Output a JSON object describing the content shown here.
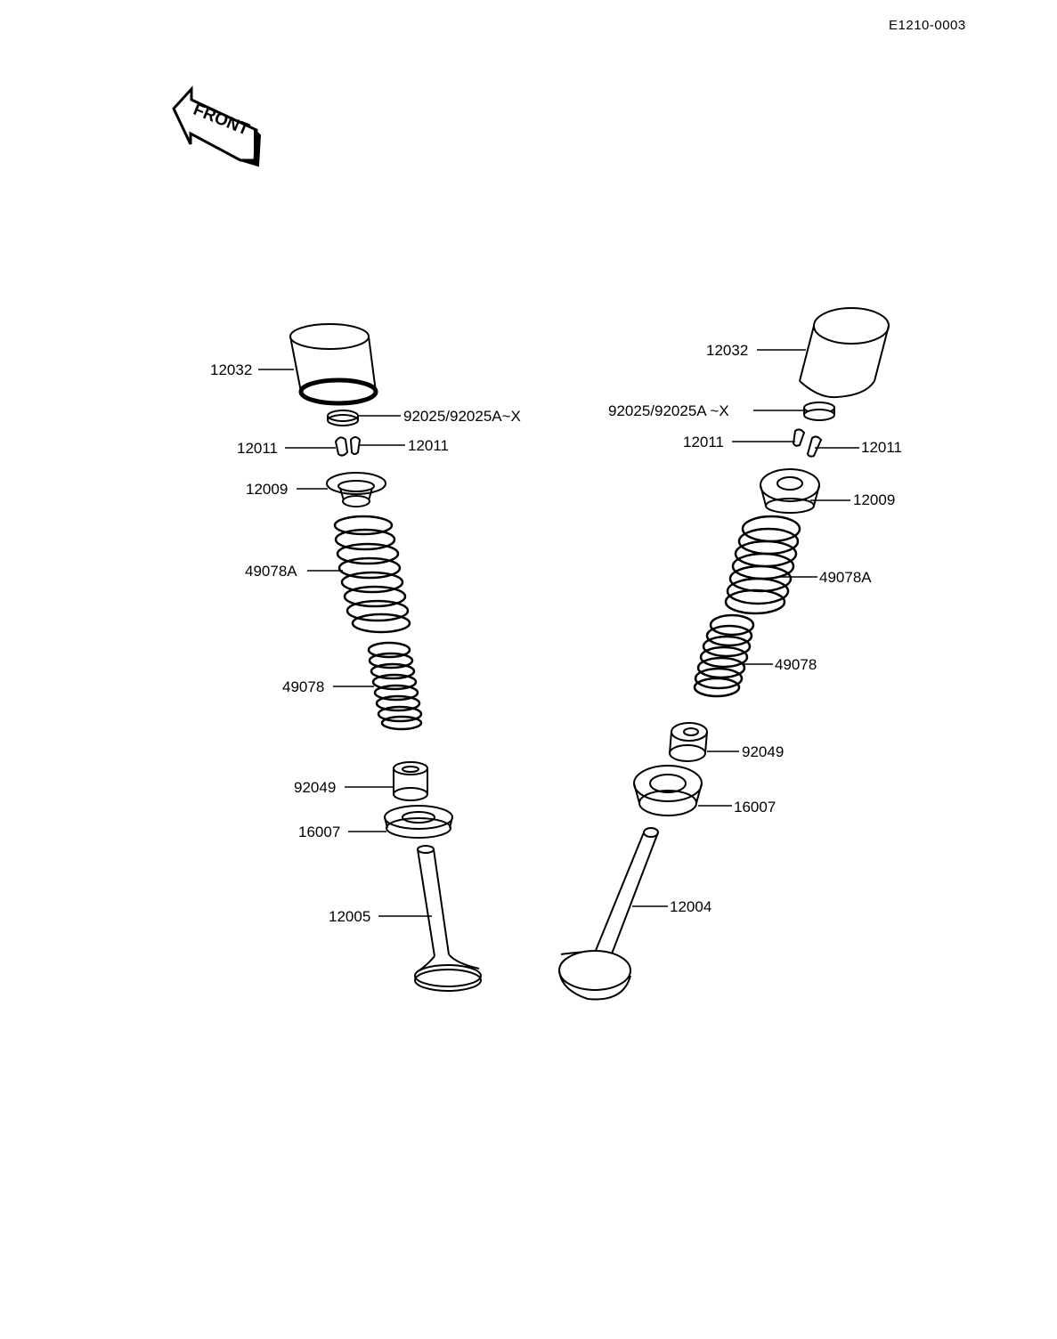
{
  "diagram_code": "E1210-0003",
  "front_arrow": {
    "text": "FRONT",
    "icon": "front-arrow-icon"
  },
  "left_assembly": {
    "tappet": "12032",
    "shim": "92025/92025A~X",
    "keeper_left": "12011",
    "keeper_right": "12011",
    "retainer": "12009",
    "outer_spring": "49078A",
    "inner_spring": "49078",
    "seal": "92049",
    "spring_seat": "16007",
    "valve": "12005"
  },
  "right_assembly": {
    "tappet": "12032",
    "shim": "92025/92025A ~X",
    "keeper_left": "12011",
    "keeper_right": "12011",
    "retainer": "12009",
    "outer_spring": "49078A",
    "inner_spring": "49078",
    "seal": "92049",
    "spring_seat": "16007",
    "valve": "12004"
  }
}
